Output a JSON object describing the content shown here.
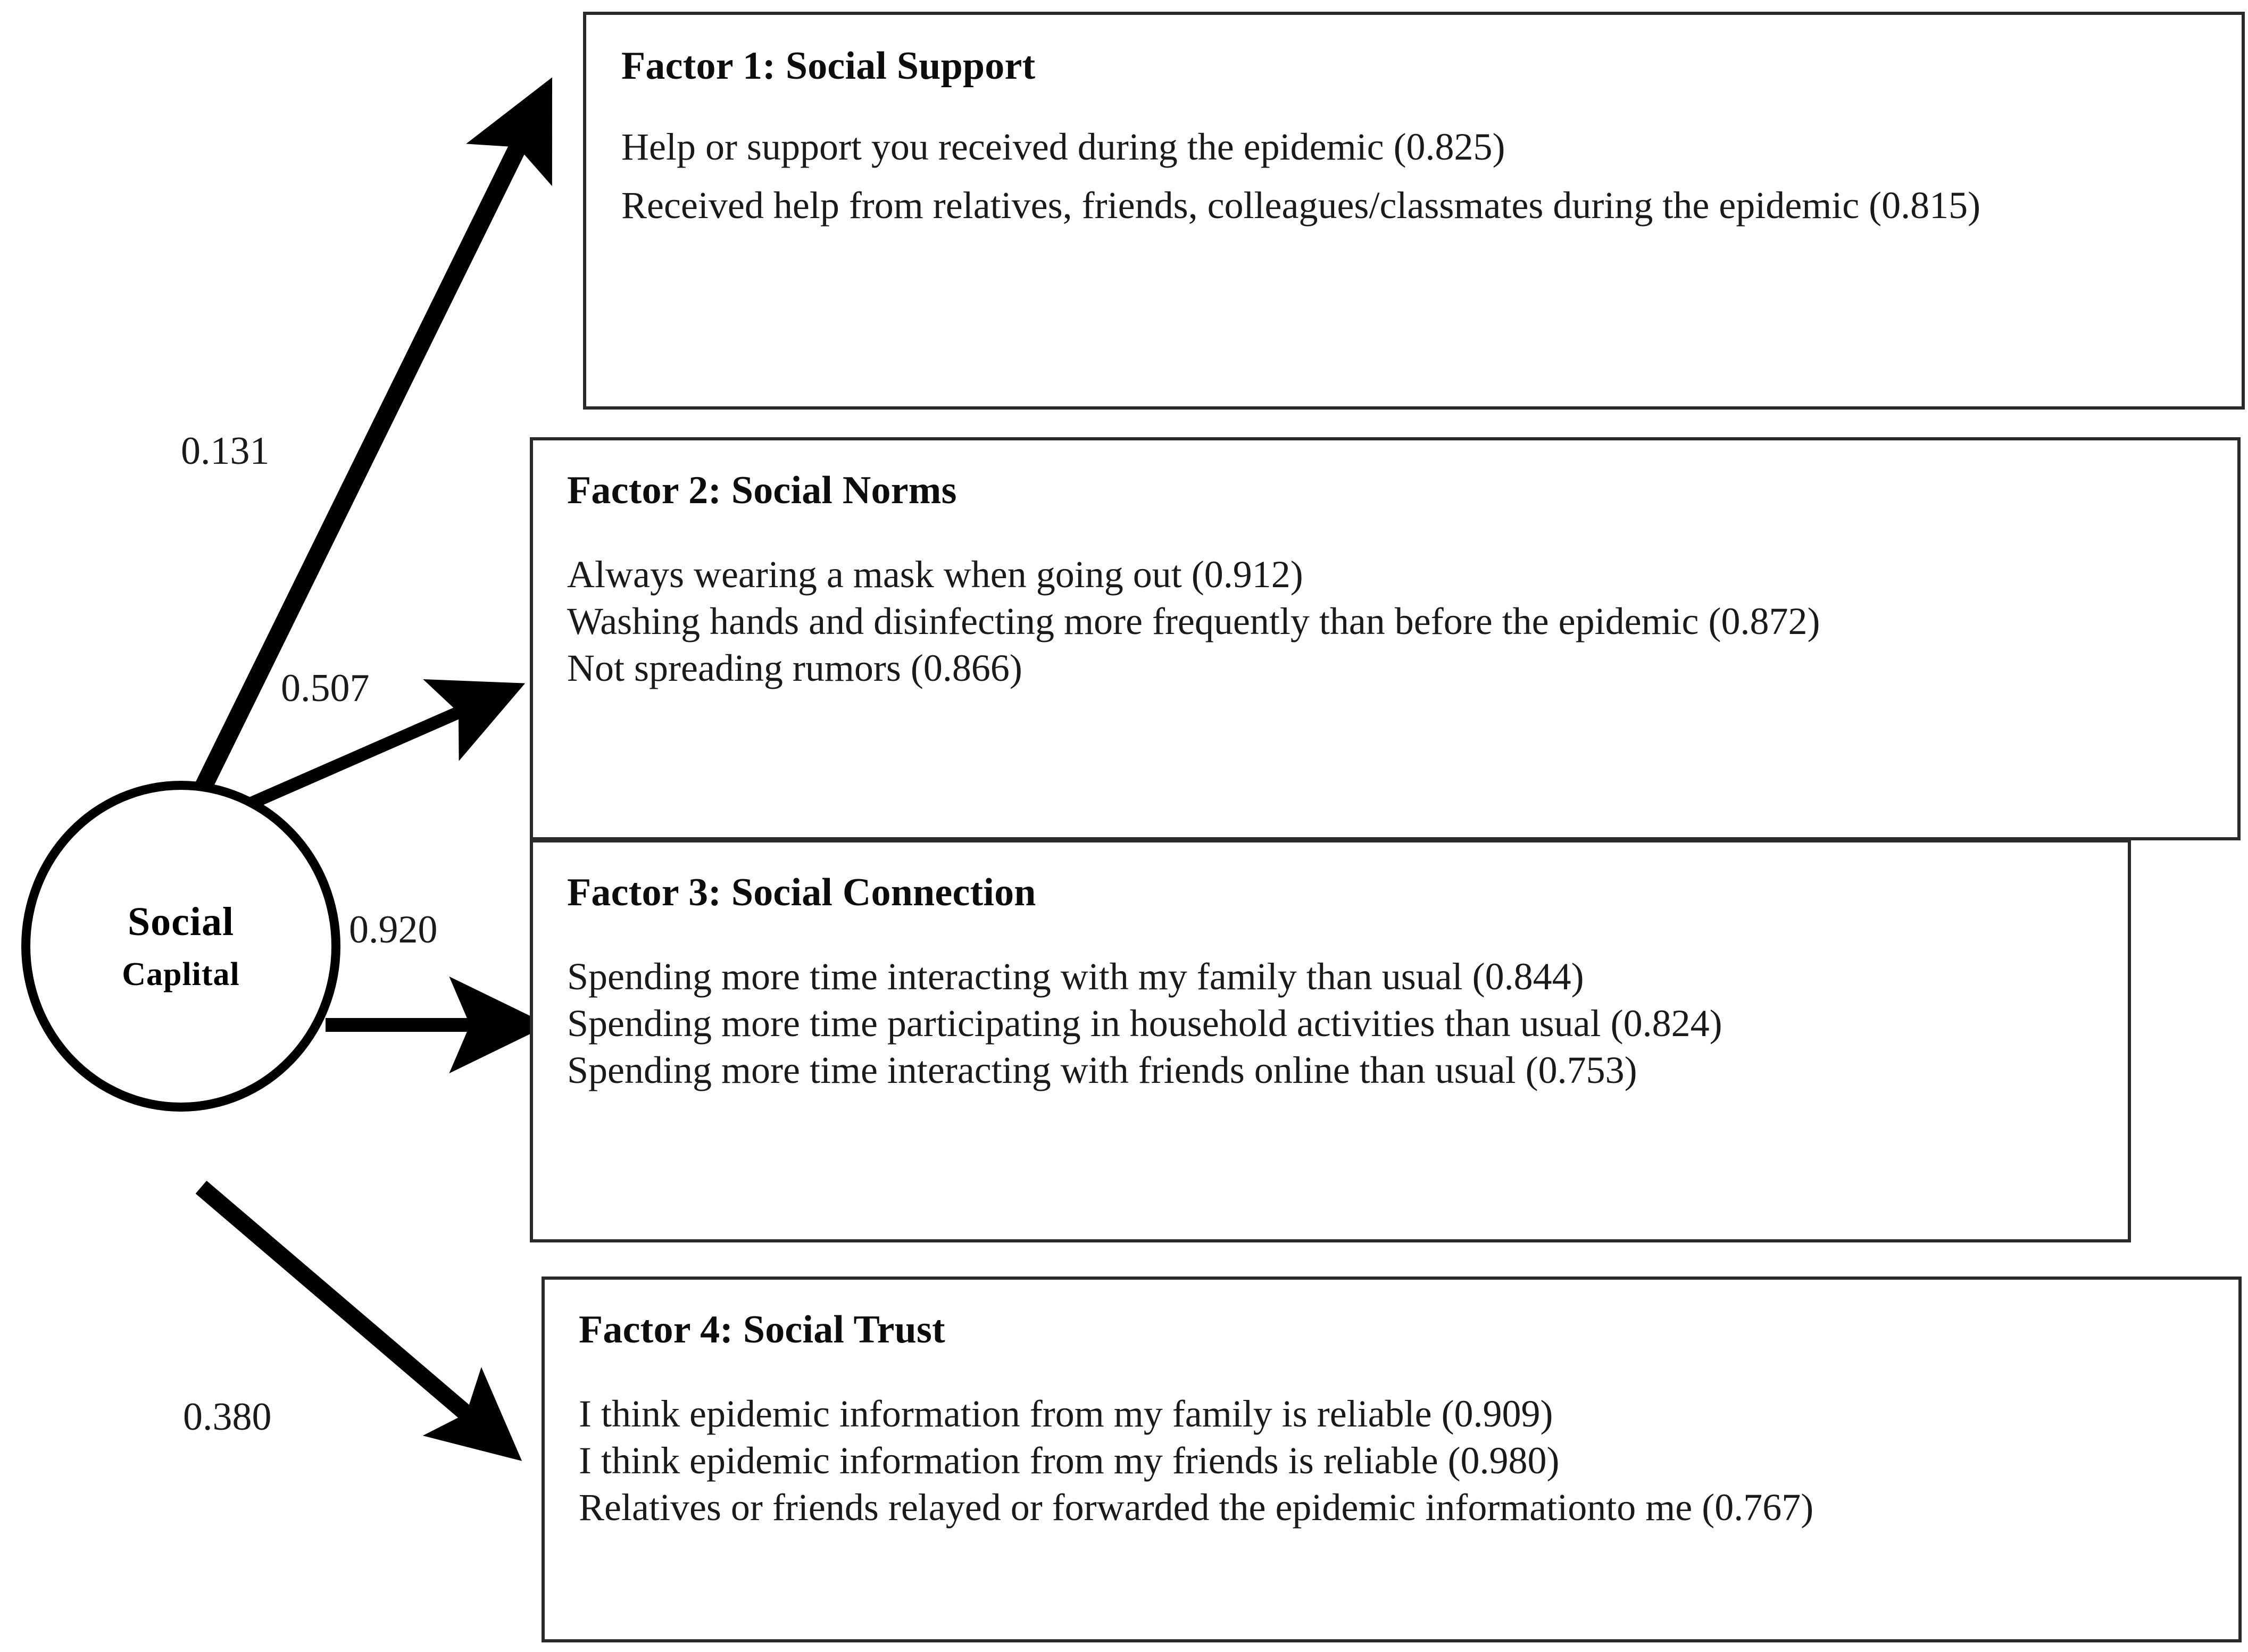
{
  "diagram": {
    "type": "measurement-model",
    "latent": {
      "line1": "Social",
      "line2": "Caplital"
    },
    "paths": [
      {
        "label": "0.131",
        "to": "Factor 1: Social Support"
      },
      {
        "label": "0.507",
        "to": "Factor 2: Social Norms"
      },
      {
        "label": "0.920",
        "to": "Factor 3: Social Connection"
      },
      {
        "label": "0.380",
        "to": "Factor 4: Social Trust"
      }
    ],
    "factors": [
      {
        "title": "Factor 1: Social Support",
        "items": [
          "Help or support you received during the epidemic (0.825)",
          "Received help from relatives, friends, colleagues/classmates during the epidemic (0.815)"
        ],
        "loadings": [
          0.825,
          0.815
        ]
      },
      {
        "title": "Factor 2: Social Norms",
        "items": [
          "Always wearing a mask when going out (0.912)",
          "Washing hands and disinfecting more frequently than before the epidemic (0.872)",
          "Not spreading rumors (0.866)"
        ],
        "loadings": [
          0.912,
          0.872,
          0.866
        ]
      },
      {
        "title": "Factor 3: Social Connection",
        "items": [
          "Spending more time interacting with my family than usual (0.844)",
          "Spending more time participating in household activities than usual (0.824)",
          "Spending more time interacting with friends online than usual (0.753)"
        ],
        "loadings": [
          0.844,
          0.824,
          0.753
        ]
      },
      {
        "title": "Factor 4: Social Trust",
        "items": [
          "I think epidemic information from my family is reliable (0.909)",
          "I think epidemic information from my friends is reliable (0.980)",
          "Relatives or friends relayed or forwarded the epidemic informationto me (0.767)"
        ],
        "loadings": [
          0.909,
          0.98,
          0.767
        ]
      }
    ],
    "colors": {
      "stroke": "#000000",
      "box_border": "#2a2a2a",
      "text": "#1a1a1a",
      "background": "#ffffff"
    }
  }
}
